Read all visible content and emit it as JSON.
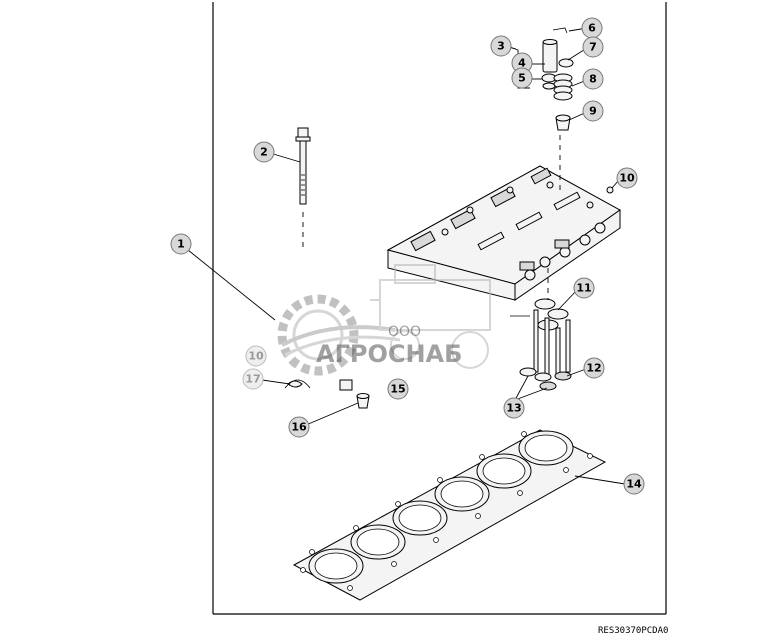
{
  "drawing": {
    "reference_code": "RES30370PCDA0"
  },
  "watermark": {
    "company_prefix": "ООО",
    "company_name": "АГРОСНАБ"
  },
  "callouts": [
    {
      "id": "c1",
      "label": "1"
    },
    {
      "id": "c2",
      "label": "2"
    },
    {
      "id": "c3",
      "label": "3"
    },
    {
      "id": "c4",
      "label": "4"
    },
    {
      "id": "c5",
      "label": "5"
    },
    {
      "id": "c6",
      "label": "6"
    },
    {
      "id": "c7",
      "label": "7"
    },
    {
      "id": "c8",
      "label": "8"
    },
    {
      "id": "c9",
      "label": "9"
    },
    {
      "id": "c10",
      "label": "10"
    },
    {
      "id": "c10b",
      "label": "10"
    },
    {
      "id": "c11",
      "label": "11"
    },
    {
      "id": "c12",
      "label": "12"
    },
    {
      "id": "c13",
      "label": "13"
    },
    {
      "id": "c14",
      "label": "14"
    },
    {
      "id": "c15",
      "label": "15"
    },
    {
      "id": "c16",
      "label": "16"
    },
    {
      "id": "c17",
      "label": "17"
    }
  ]
}
